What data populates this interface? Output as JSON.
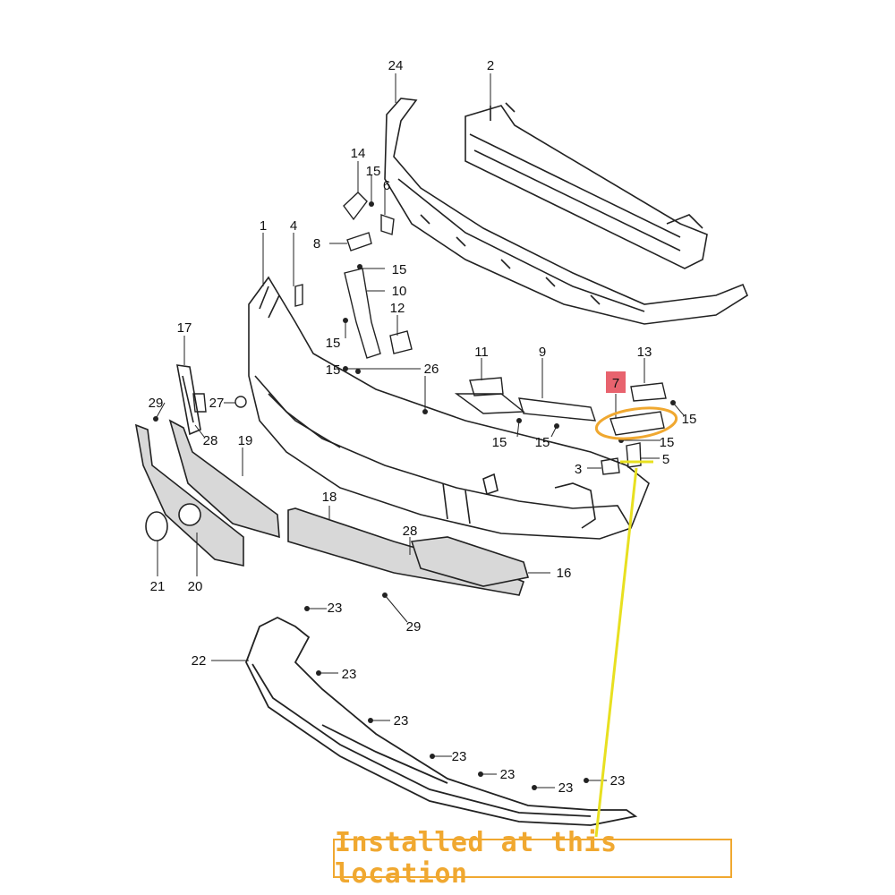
{
  "caption": "Installed at this location",
  "highlight": {
    "callout_number": "7",
    "callout_color": "#e8636e",
    "ring_color": "#f0a830",
    "pointer_color": "#e8e020"
  },
  "callouts": [
    "24",
    "2",
    "14",
    "15",
    "6",
    "8",
    "15",
    "10",
    "1",
    "4",
    "12",
    "15",
    "15",
    "26",
    "11",
    "9",
    "13",
    "7",
    "15",
    "15",
    "15",
    "15",
    "17",
    "29",
    "27",
    "28",
    "19",
    "3",
    "5",
    "18",
    "28",
    "16",
    "21",
    "20",
    "29",
    "23",
    "22",
    "23",
    "23",
    "23",
    "23",
    "23",
    "23"
  ]
}
